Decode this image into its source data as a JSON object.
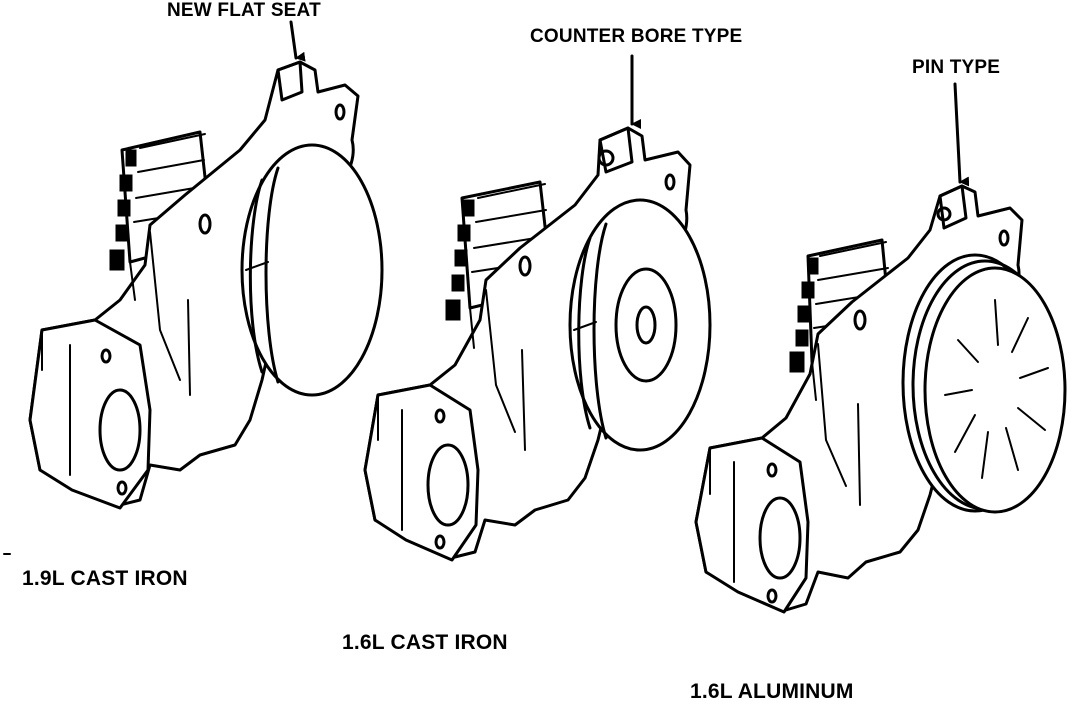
{
  "callouts": {
    "flat_seat": "NEW FLAT SEAT",
    "counter_bore": "COUNTER BORE TYPE",
    "pin_type": "PIN TYPE"
  },
  "captions": {
    "cast_iron_19": "1.9L CAST IRON",
    "cast_iron_16": "1.6L CAST IRON",
    "aluminum_16": "1.6L ALUMINUM"
  }
}
